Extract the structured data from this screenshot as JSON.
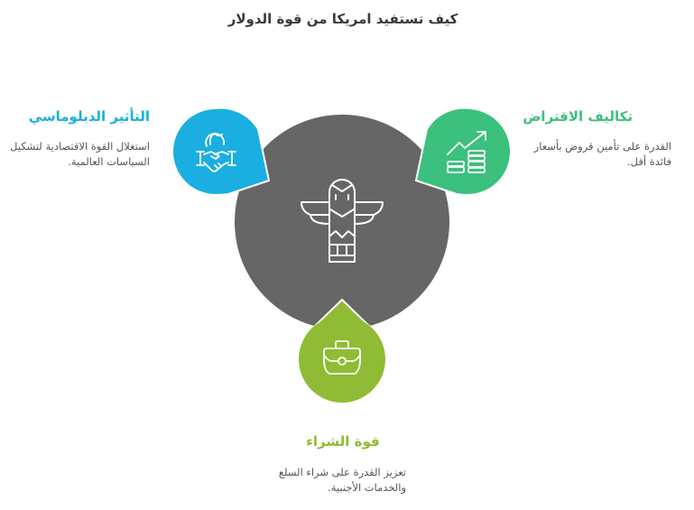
{
  "title": "كيف تستفيد امريكا من قوة الدولار",
  "center": {
    "icon": "totem-icon",
    "color": "#666666"
  },
  "items": [
    {
      "key": "diplomatic",
      "title": "التأثير الدبلوماسي",
      "description": "استغلال القوة الاقتصادية لتشكيل السياسات العالمية.",
      "icon": "handshake-globe-icon",
      "color": "#1AAFE0"
    },
    {
      "key": "borrowing",
      "title": "تكاليف الاقتراض",
      "description": "القدرة على تأمين قروض بأسعار فائدة أقل.",
      "icon": "growth-coins-icon",
      "color": "#3CC07E"
    },
    {
      "key": "purchasing",
      "title": "قوة الشراء",
      "description": "تعزيز القدرة على شراء السلع والخدمات الأجنبية.",
      "icon": "purse-icon",
      "color": "#8FBC34"
    }
  ]
}
